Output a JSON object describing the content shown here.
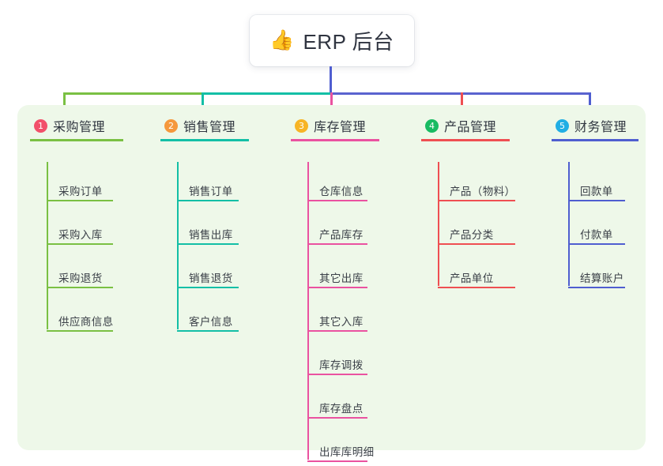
{
  "page": {
    "background": "#ffffff",
    "panel_background": "#eef8e9"
  },
  "root": {
    "icon": "thumbs-up-emoji",
    "emoji": "👍",
    "title": "ERP 后台",
    "trunk_color": "#4f5ed0"
  },
  "connector": {
    "segments": [
      {
        "color": "#7ac043"
      },
      {
        "color": "#13bfa6"
      },
      {
        "color": "#5a63cf"
      }
    ]
  },
  "columns": [
    {
      "index": "1",
      "title": "采购管理",
      "color": "#7ac043",
      "badge_color": "#f2506a",
      "items": [
        {
          "label": "采购订单"
        },
        {
          "label": "采购入库"
        },
        {
          "label": "采购退货"
        },
        {
          "label": "供应商信息"
        }
      ]
    },
    {
      "index": "2",
      "title": "销售管理",
      "color": "#13bfa6",
      "badge_color": "#f5983c",
      "items": [
        {
          "label": "销售订单"
        },
        {
          "label": "销售出库"
        },
        {
          "label": "销售退货"
        },
        {
          "label": "客户信息"
        }
      ]
    },
    {
      "index": "3",
      "title": "库存管理",
      "color": "#ea52a0",
      "badge_color": "#f7b425",
      "items": [
        {
          "label": "仓库信息"
        },
        {
          "label": "产品库存"
        },
        {
          "label": "其它出库"
        },
        {
          "label": "其它入库"
        },
        {
          "label": "库存调拨"
        },
        {
          "label": "库存盘点"
        },
        {
          "label": "出库库明细"
        }
      ]
    },
    {
      "index": "4",
      "title": "产品管理",
      "color": "#ef4f52",
      "badge_color": "#18bb62",
      "items": [
        {
          "label": "产品（物料）"
        },
        {
          "label": "产品分类"
        },
        {
          "label": "产品单位"
        }
      ]
    },
    {
      "index": "5",
      "title": "财务管理",
      "color": "#4f5ed0",
      "badge_color": "#21aee4",
      "items": [
        {
          "label": "回款单"
        },
        {
          "label": "付款单"
        },
        {
          "label": "结算账户"
        }
      ]
    }
  ]
}
